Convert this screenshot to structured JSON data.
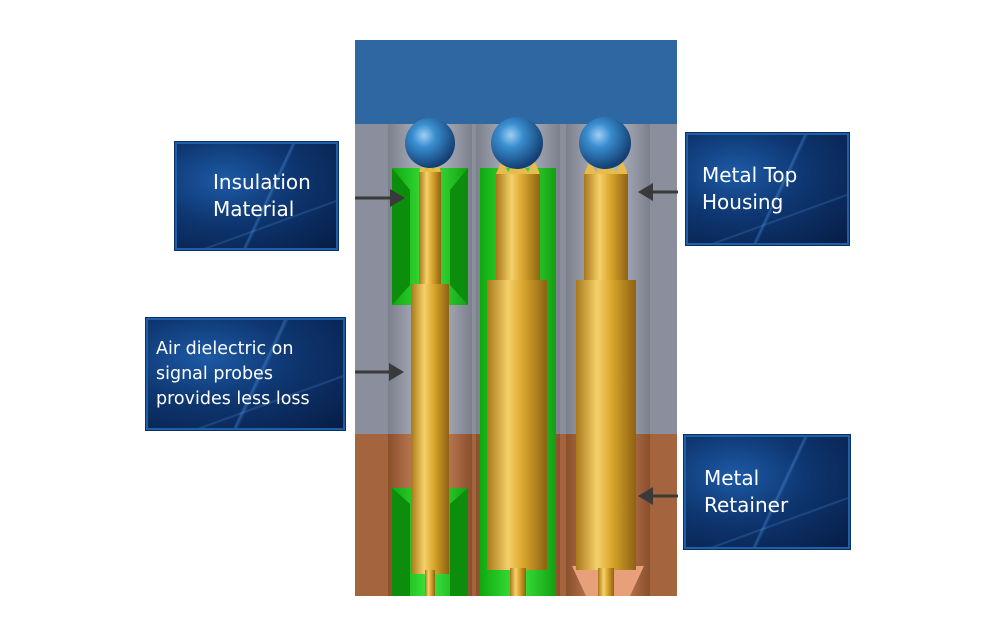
{
  "labels": {
    "insulation": "Insulation\nMaterial",
    "air": "Air dielectric on\nsignal probes\nprovides less loss",
    "housing": "Metal Top\nHousing",
    "retainer": "Metal\nRetainer"
  },
  "colors": {
    "top_cap": "#2f67a3",
    "housing_gray": "#8b8e9c",
    "retainer_copper": "#a3643e",
    "insulation_green": "#1ec81e",
    "probe_gold": "#d7a52a",
    "ball_blue": "#2e7fc4",
    "arrow": "#3a3a3a"
  }
}
